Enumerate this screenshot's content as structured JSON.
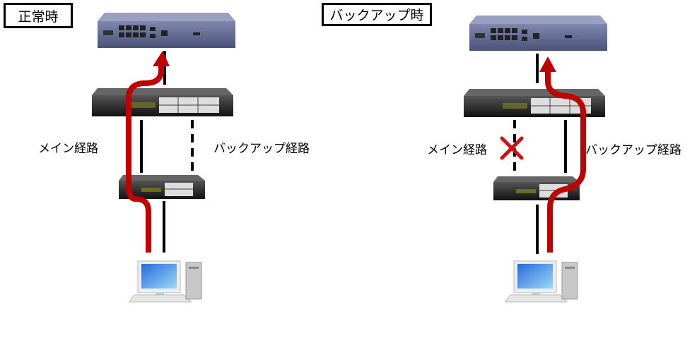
{
  "panels": [
    {
      "title": "正常時",
      "main_route_label": "メイン経路",
      "backup_route_label": "バックアップ経路",
      "main_link": "solid",
      "backup_link": "dashed",
      "active_route": "main"
    },
    {
      "title": "バックアップ時",
      "main_route_label": "メイン経路",
      "backup_route_label": "バックアップ経路",
      "main_link": "dashed",
      "backup_link": "solid",
      "active_route": "backup",
      "failure_icon": "x-mark-icon"
    }
  ],
  "colors": {
    "route_arrow": "#c00000",
    "failure_mark": "#d01010",
    "router_body": "#5a6288",
    "switch_body": "#1e1e1e"
  }
}
